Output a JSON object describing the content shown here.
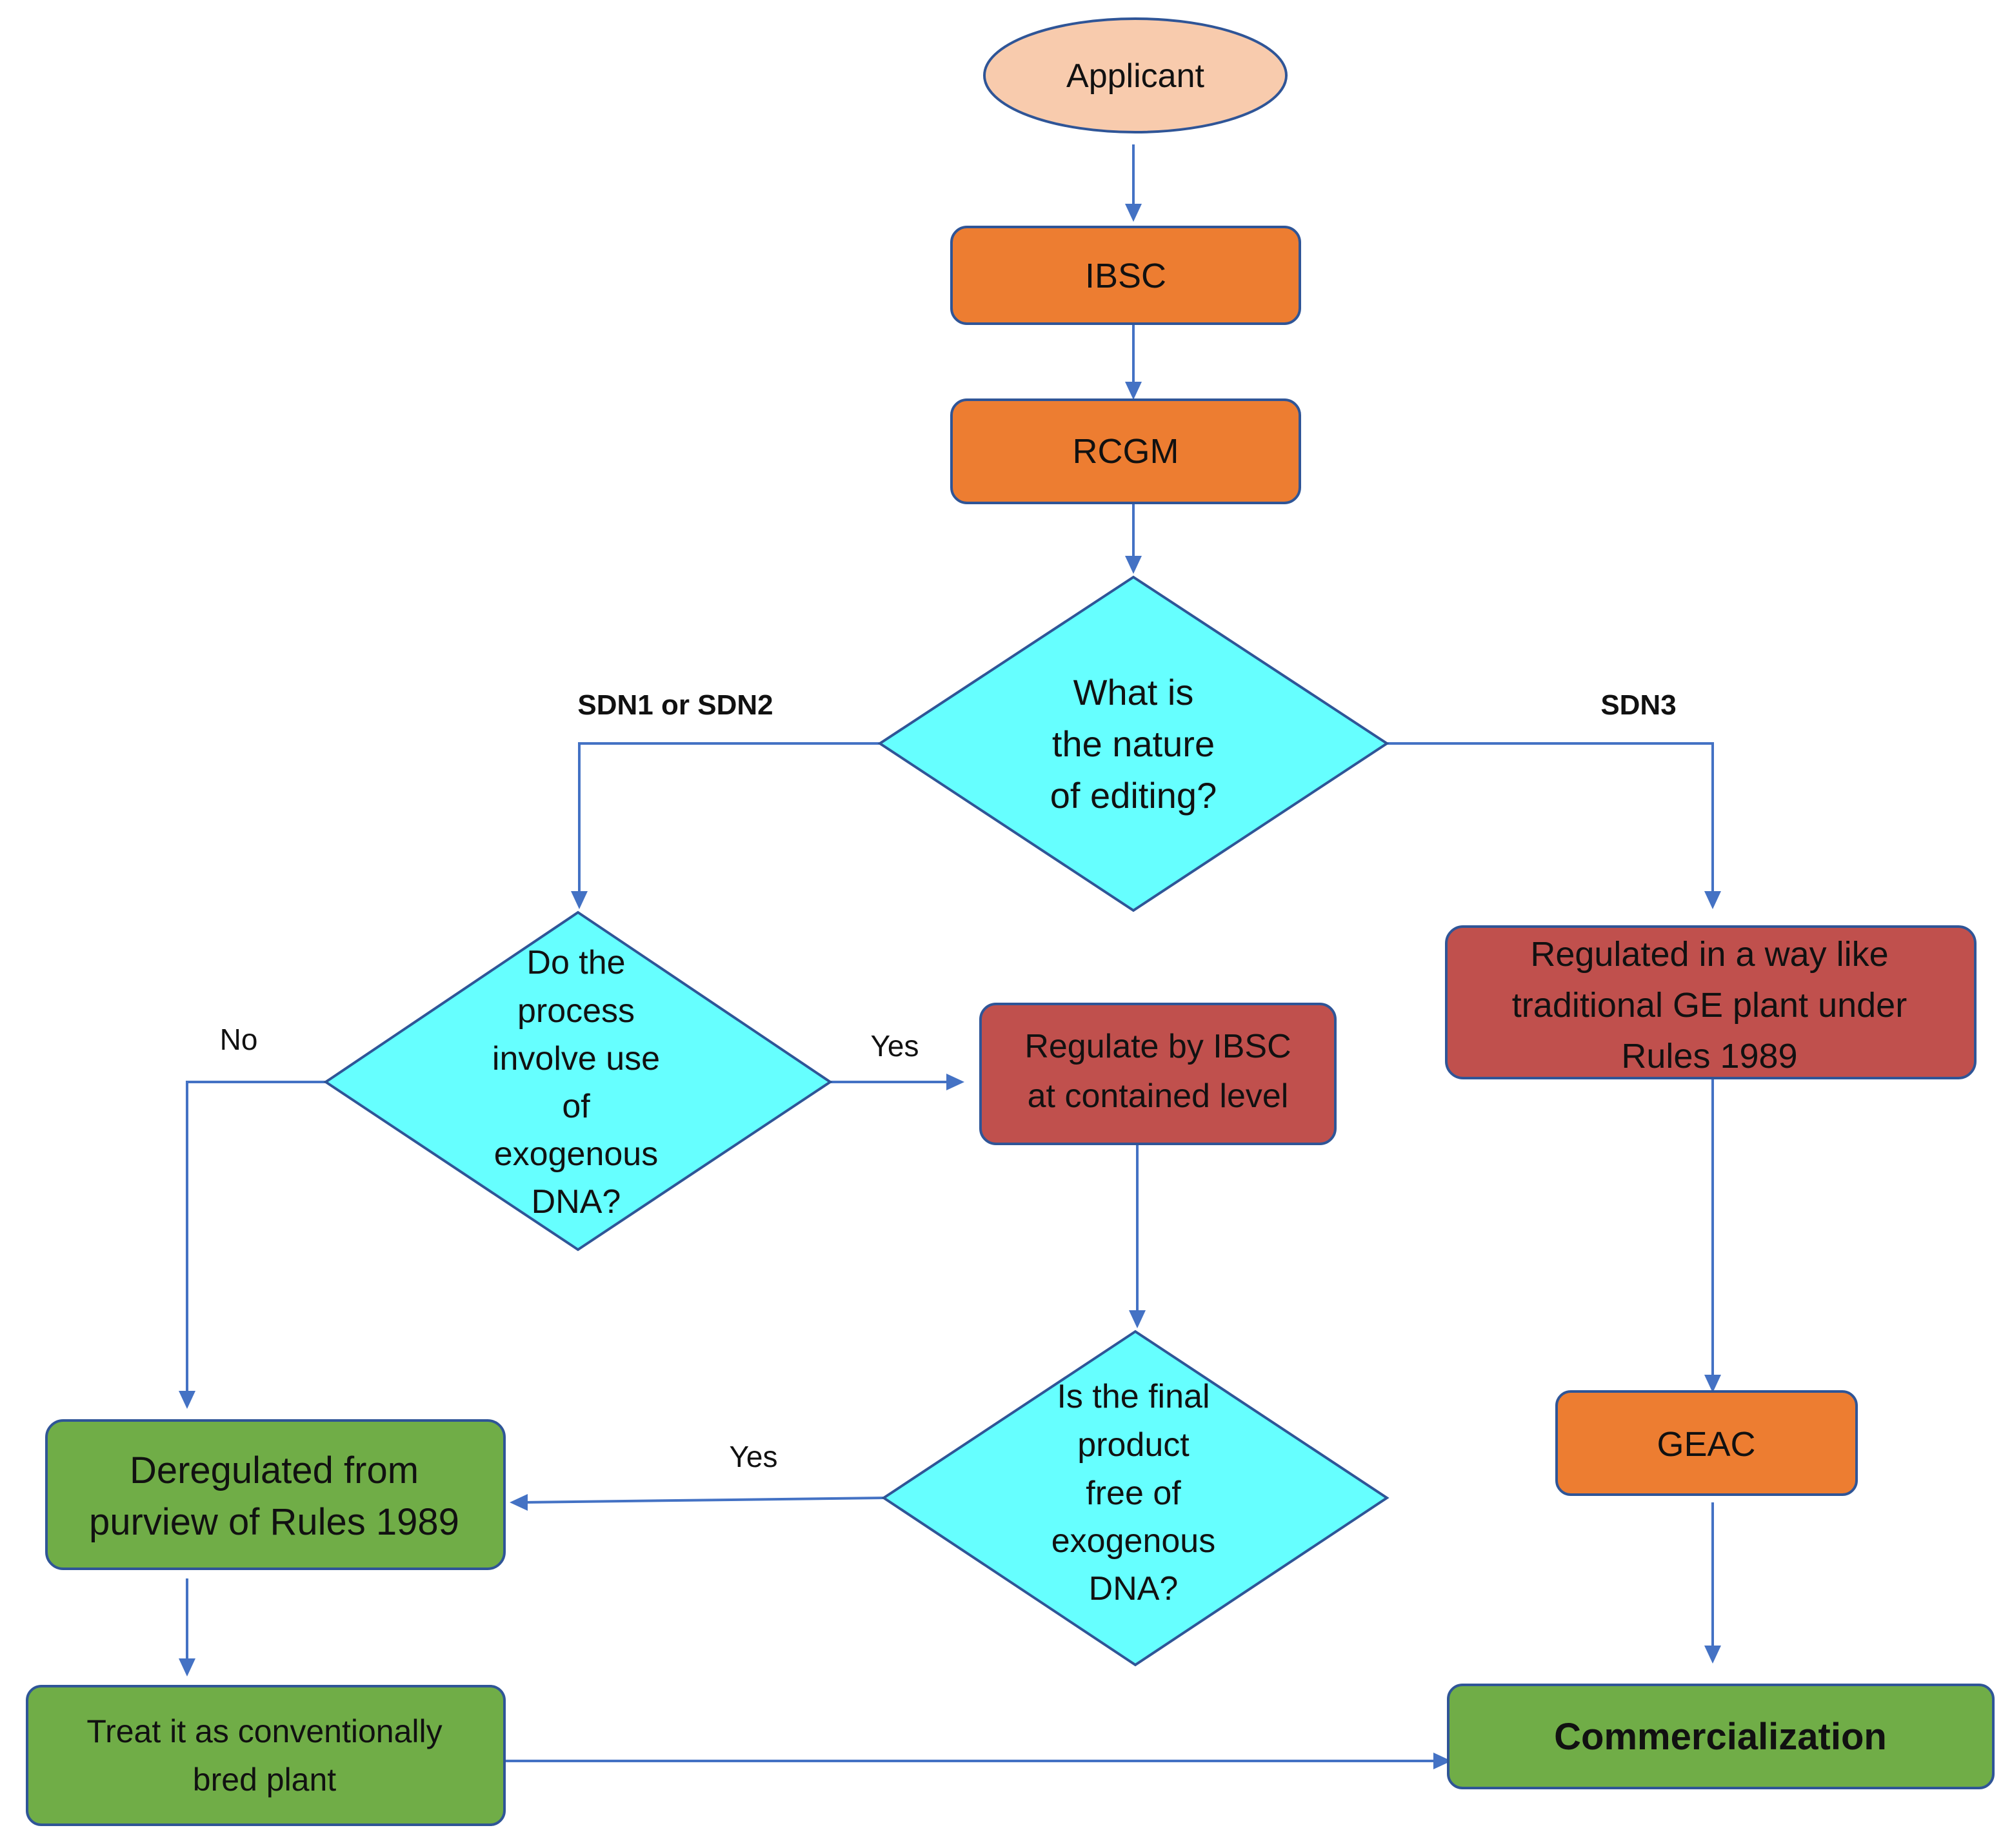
{
  "nodes": {
    "applicant": {
      "label": [
        "Applicant"
      ],
      "color": "#f8cbad"
    },
    "ibsc": {
      "label": [
        "IBSC"
      ],
      "color": "#ed7d31"
    },
    "rcgm": {
      "label": [
        "RCGM"
      ],
      "color": "#ed7d31"
    },
    "nature_decision": {
      "label": [
        "What is",
        "the nature",
        "of editing?"
      ],
      "color": "#66ffff"
    },
    "exogenous_decision": {
      "label": [
        "Do the",
        "process",
        "involve use",
        "of",
        "exogenous",
        "DNA?"
      ],
      "color": "#66ffff"
    },
    "regulate_ibsc": {
      "label": [
        "Regulate by IBSC",
        "at contained level"
      ],
      "color": "#c0504d"
    },
    "regulated_traditional": {
      "label": [
        "Regulated in a way like",
        "traditional GE plant under",
        "Rules 1989"
      ],
      "color": "#c0504d"
    },
    "final_product_decision": {
      "label": [
        "Is the final",
        "product",
        "free of",
        "exogenous",
        "DNA?"
      ],
      "color": "#66ffff"
    },
    "deregulated": {
      "label": [
        "Deregulated from",
        "purview of Rules 1989"
      ],
      "color": "#70ad47"
    },
    "geac": {
      "label": [
        "GEAC"
      ],
      "color": "#ed7d31"
    },
    "treat_conventional": {
      "label": [
        "Treat it as conventionally",
        "bred plant"
      ],
      "color": "#70ad47"
    },
    "commercialization": {
      "label": [
        "Commercialization"
      ],
      "color": "#70ad47"
    }
  },
  "edge_labels": {
    "sdn1_sdn2": "SDN1 or SDN2",
    "sdn3": "SDN3",
    "no": "No",
    "yes_exogenous": "Yes",
    "yes_final": "Yes"
  },
  "colors": {
    "connector": "#4472c4",
    "border_blue": "#2f5597"
  }
}
